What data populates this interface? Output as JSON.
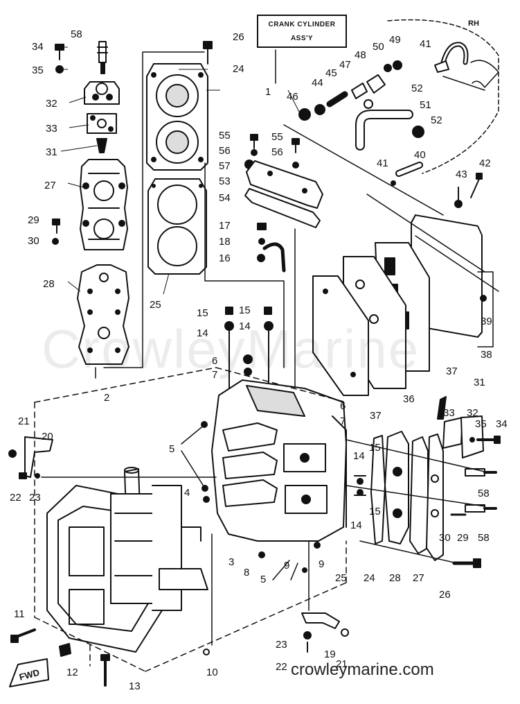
{
  "title_box": {
    "line1": "CRANK CYLINDER",
    "line2": "ASS'Y"
  },
  "corner_tag": "RH",
  "watermark": "CrowleyMarine",
  "site": "crowleymarine.com",
  "callouts": {
    "c1": "1",
    "c2": "2",
    "c3": "3",
    "c4": "4",
    "c5a": "5",
    "c5b": "5",
    "c6a": "6",
    "c6b": "6",
    "c7a": "7",
    "c7b": "7",
    "c8": "8",
    "c9a": "9",
    "c9b": "9",
    "c10": "10",
    "c11": "11",
    "c12": "12",
    "c13": "13",
    "c14a": "14",
    "c14b": "14",
    "c14c": "14",
    "c14d": "14",
    "c15a": "15",
    "c15b": "15",
    "c15c": "15",
    "c15d": "15",
    "c16": "16",
    "c17": "17",
    "c18": "18",
    "c19": "19",
    "c20": "20",
    "c21a": "21",
    "c21b": "21",
    "c22a": "22",
    "c22b": "22",
    "c23a": "23",
    "c23b": "23",
    "c24a": "24",
    "c24b": "24",
    "c25a": "25",
    "c25b": "25",
    "c26a": "26",
    "c26b": "26",
    "c27a": "27",
    "c27b": "27",
    "c28a": "28",
    "c28b": "28",
    "c29a": "29",
    "c29b": "29",
    "c30a": "30",
    "c30b": "30",
    "c31a": "31",
    "c31b": "31",
    "c32a": "32",
    "c32b": "32",
    "c33a": "33",
    "c33b": "33",
    "c34a": "34",
    "c34b": "34",
    "c35a": "35",
    "c35b": "35",
    "c36": "36",
    "c37a": "37",
    "c37b": "37",
    "c38": "38",
    "c39": "39",
    "c40": "40",
    "c41a": "41",
    "c41b": "41",
    "c42": "42",
    "c43": "43",
    "c44": "44",
    "c45": "45",
    "c46": "46",
    "c47": "47",
    "c48": "48",
    "c49": "49",
    "c50": "50",
    "c51": "51",
    "c52a": "52",
    "c52b": "52",
    "c53": "53",
    "c54": "54",
    "c55a": "55",
    "c55b": "55",
    "c56a": "56",
    "c56b": "56",
    "c57": "57",
    "c58a": "58",
    "c58b": "58",
    "c58c": "58"
  }
}
